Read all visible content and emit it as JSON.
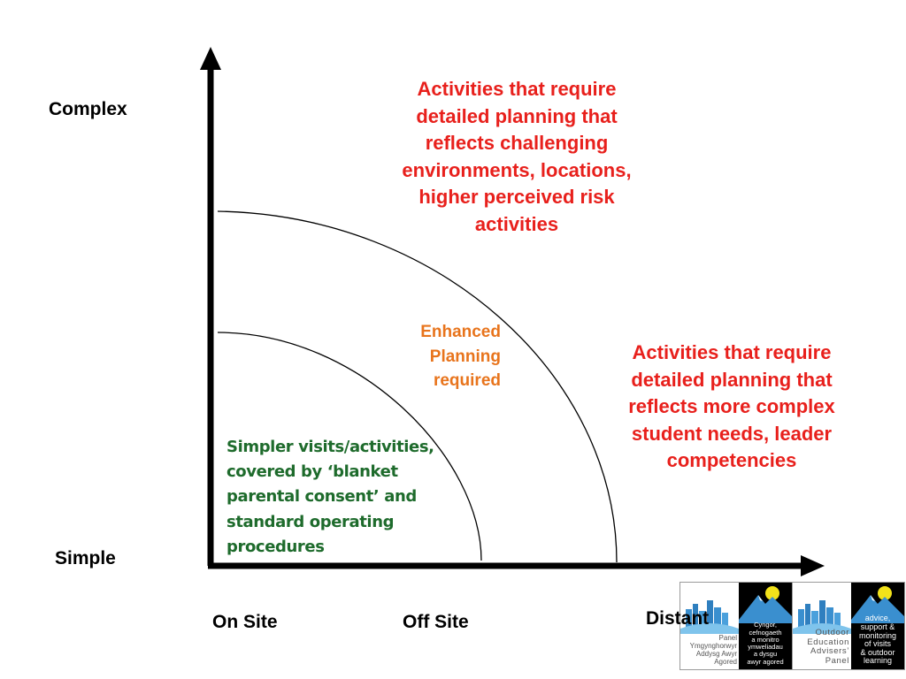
{
  "axis_labels": {
    "complex": "Complex",
    "simple": "Simple",
    "on_site": "On Site",
    "off_site": "Off Site",
    "distant": "Distant"
  },
  "regions": {
    "simple_zone": "Simpler visits/activities, covered by ‘blanket parental consent’ and standard operating procedures",
    "enhanced_zone": "Enhanced Planning required",
    "complex_env": "Activities that require detailed planning that reflects challenging environments, locations, higher perceived risk activities",
    "complex_needs": "Activities that require detailed planning that reflects more complex student needs, leader competencies"
  },
  "logos": [
    {
      "left_text": [
        "Panel",
        "Ymgynghorwyr",
        "Addysg Awyr",
        "Agored"
      ],
      "right_text": [
        "Cyngor,",
        "cefnogaeth",
        "a monitro",
        "ymweliadau",
        "a dysgu",
        "awyr agored"
      ]
    },
    {
      "left_text": [
        "Outdoor",
        "Education",
        "Advisers’",
        "Panel"
      ],
      "right_text": [
        "advice,",
        "support &",
        "monitoring",
        "of visits",
        "& outdoor",
        "learning"
      ]
    }
  ],
  "colors": {
    "red": "#e8201c",
    "orange": "#e8741c",
    "green": "#1e6b2c",
    "logo_yellow": "#f2e21a",
    "logo_blue": "#3a8fcf"
  }
}
